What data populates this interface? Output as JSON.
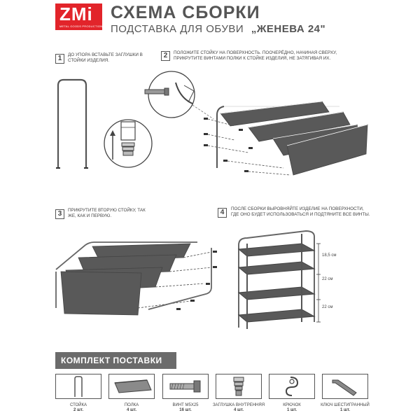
{
  "logo": {
    "mark": "ZMi",
    "sub": "METAL GOODS PRODUCTION"
  },
  "header": {
    "title": "СХЕМА СБОРКИ",
    "subtitle_prefix": "ПОДСТАВКА ДЛЯ ОБУВИ",
    "subtitle_model": "„ЖЕНЕВА 24\""
  },
  "steps": [
    {
      "num": "1",
      "text": "До упора вставьте заглушки в стойки изделия."
    },
    {
      "num": "2",
      "text": "Положите стойку на поверхность. Поочерёдно, начиная сверху, прикрутите винтами полки к стойке изделия, не затягивая их."
    },
    {
      "num": "3",
      "text": "Прикрутите вторую стойку, так же, как и первую."
    },
    {
      "num": "4",
      "text": "После сборки выровняйте изделие на поверхности, где оно будет использоваться и подтяните все винты."
    }
  ],
  "dimensions": [
    "18,5 см",
    "22 см",
    "22 см"
  ],
  "kit": {
    "title": "КОМПЛЕКТ ПОСТАВКИ",
    "items": [
      {
        "name": "Стойка",
        "qty": "2 шт.",
        "icon": "post-icon"
      },
      {
        "name": "Полка",
        "qty": "4 шт.",
        "icon": "shelf-icon"
      },
      {
        "name": "Винт М5х25",
        "qty": "16 шт.",
        "icon": "screw-icon"
      },
      {
        "name": "Заглушка внутренняя",
        "qty": "4 шт.",
        "icon": "plug-icon"
      },
      {
        "name": "Крючок",
        "qty": "1 шт.",
        "icon": "hook-icon"
      },
      {
        "name": "Ключ шестигранный",
        "qty": "1 шт.",
        "icon": "hex-key-icon"
      }
    ]
  }
}
